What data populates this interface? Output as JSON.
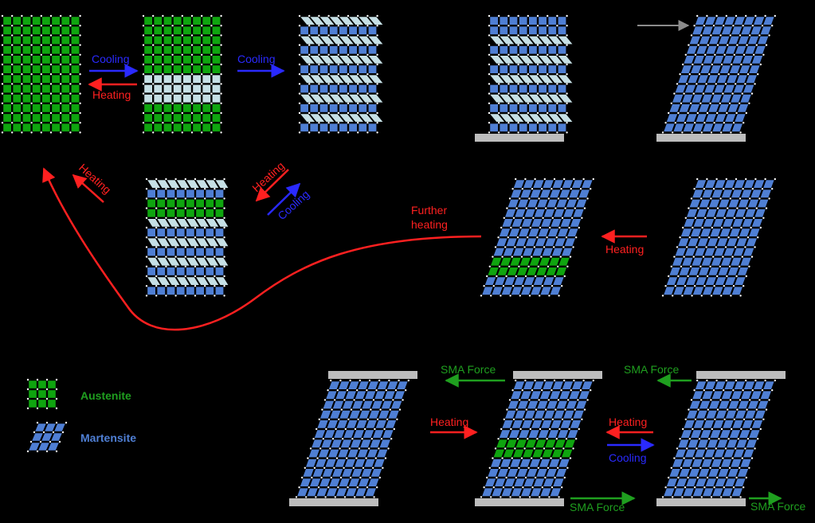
{
  "colors": {
    "austenite": "#0fa50f",
    "martensite": "#4f7fd4",
    "martensite_light": "#c6e0e6",
    "heating": "#ff2020",
    "cooling": "#2a2aff",
    "sma_force": "#1f9f1f",
    "neutral_arrow": "#8c8c8c",
    "support": "#bdbdbd",
    "background": "#000000"
  },
  "labels": {
    "cooling": "Cooling",
    "heating": "Heating",
    "further_heating_1": "Further",
    "further_heating_2": "heating",
    "sma_force": "SMA Force"
  },
  "legend": {
    "austenite": "Austenite",
    "martensite": "Martensite"
  }
}
